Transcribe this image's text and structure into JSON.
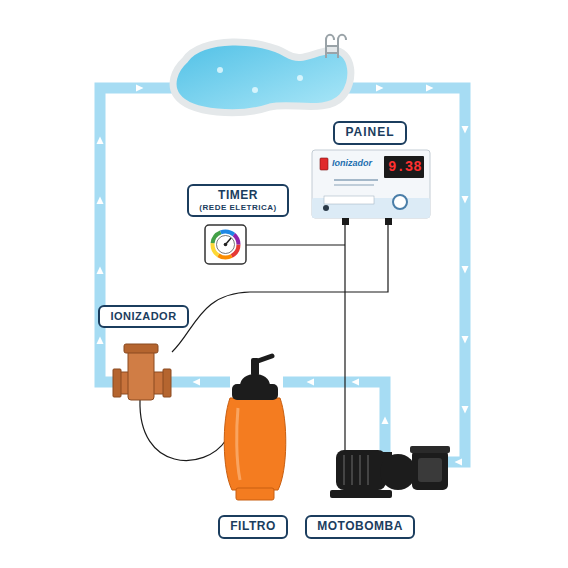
{
  "diagram": {
    "nodes": [
      {
        "text": [
          "PAINEL"
        ]
      },
      {
        "text": [
          "TIMER",
          "(REDE ELETRICA)"
        ]
      },
      {
        "text": [
          "IONIZADOR"
        ]
      },
      {
        "text": [
          "FILTRO"
        ]
      },
      {
        "text": [
          "MOTOBOMBA"
        ]
      }
    ],
    "labels": [
      "Ionizador",
      "9.38"
    ]
  }
}
